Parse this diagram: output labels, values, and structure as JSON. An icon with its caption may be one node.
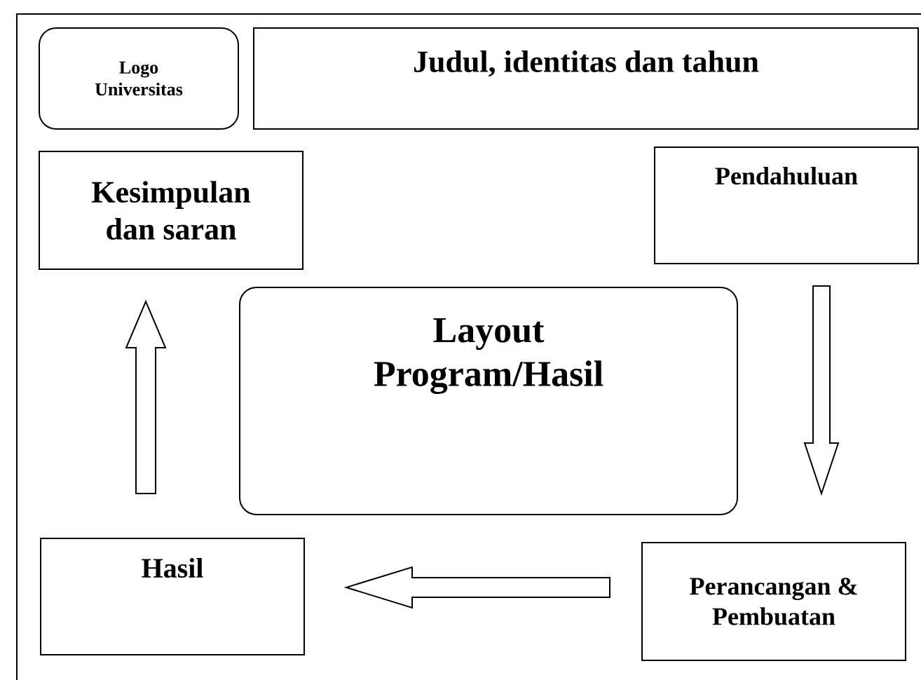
{
  "diagram": {
    "nodes": [
      {
        "text": [
          "Logo Universitas"
        ]
      },
      {
        "text": [
          "Judul, identitas dan tahun"
        ]
      },
      {
        "text": [
          "Kesimpulan dan saran"
        ]
      },
      {
        "text": [
          "Pendahuluan"
        ]
      },
      {
        "text": [
          "Layout Program/Hasil"
        ]
      },
      {
        "text": [
          "Hasil"
        ]
      },
      {
        "text": [
          "Perancangan & Pembuatan"
        ]
      }
    ],
    "edges": [
      {
        "from": 3,
        "to": 6,
        "arrow": "to"
      },
      {
        "from": 6,
        "to": 5,
        "arrow": "to"
      },
      {
        "from": 5,
        "to": 2,
        "arrow": "to"
      }
    ]
  }
}
